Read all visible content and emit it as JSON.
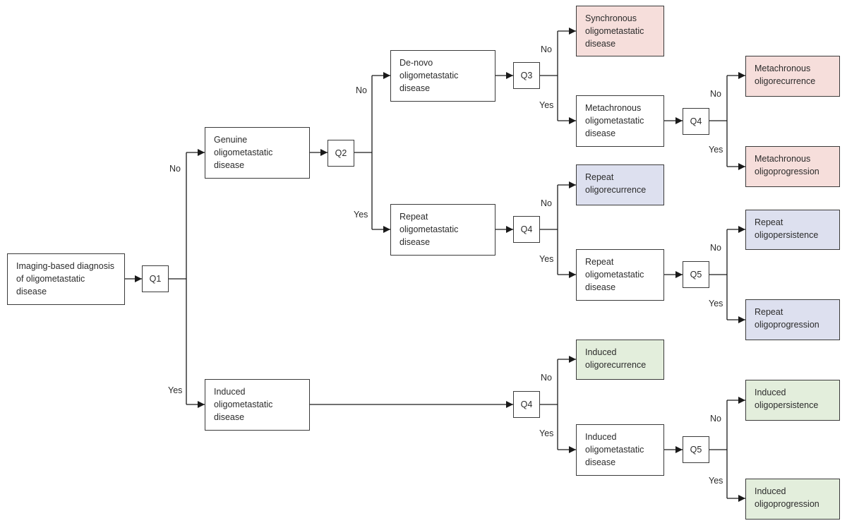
{
  "nodes": {
    "imaging": "Imaging-based diagnosis\nof oligometastatic\ndisease",
    "genuine": "Genuine\noligometastatic\ndisease",
    "induced": "Induced\noligometastatic\ndisease",
    "denovo": "De-novo\noligometastatic\ndisease",
    "repeat": "Repeat\noligometastatic\ndisease",
    "sync": "Synchronous\noligometastatic\ndisease",
    "metachronous": "Metachronous\noligometastatic\ndisease",
    "meta_recur": "Metachronous\noligorecurrence",
    "meta_prog": "Metachronous\noligoprogression",
    "rep_recur": "Repeat\noligorecurrence",
    "rep_oligo": "Repeat\noligometastatic\ndisease",
    "rep_persist": "Repeat\noligopersistence",
    "rep_prog": "Repeat\noligoprogression",
    "ind_recur": "Induced\noligorecurrence",
    "ind_oligo": "Induced\noligometastatic\ndisease",
    "ind_persist": "Induced\noligopersistence",
    "ind_prog": "Induced\noligoprogression"
  },
  "questions": {
    "q1": "Q1",
    "q2": "Q2",
    "q3": "Q3",
    "q4a": "Q4",
    "q4b": "Q4",
    "q4c": "Q4",
    "q5a": "Q5",
    "q5b": "Q5"
  },
  "branch_labels": {
    "no": "No",
    "yes": "Yes"
  },
  "colors": {
    "metachronous_synchronous": "#f6dedb",
    "repeat": "#dde0ef",
    "induced": "#e3eedc"
  }
}
